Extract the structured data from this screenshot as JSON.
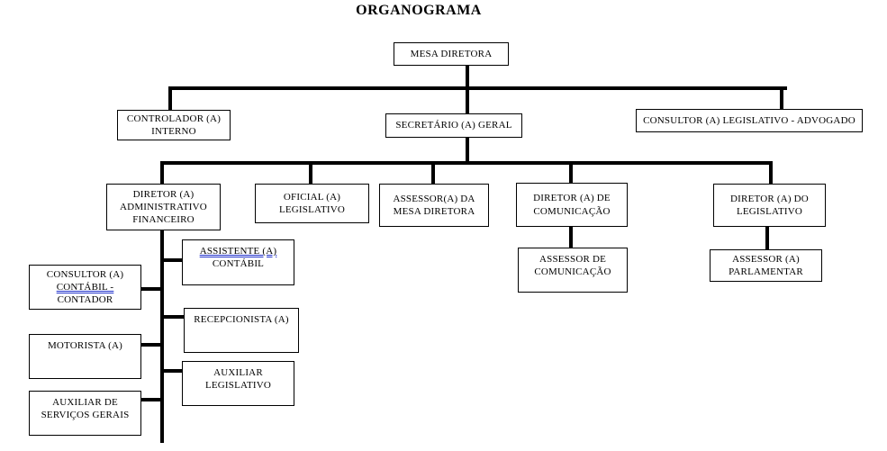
{
  "title": "ORGANOGRAMA",
  "styles": {
    "underline_accent_color": "#2233cc",
    "line_color": "#000000",
    "background_color": "#ffffff"
  },
  "nodes": {
    "mesa_diretora": {
      "line1": "MESA DIRETORA"
    },
    "controlador_interno": {
      "line1": "CONTROLADOR (A)",
      "line2": "INTERNO"
    },
    "secretario_geral": {
      "line1": "SECRETÁRIO (A) GERAL"
    },
    "consultor_legislativo": {
      "line1": "CONSULTOR (A) LEGISLATIVO - ADVOGADO"
    },
    "diretor_administrativo": {
      "line1": "DIRETOR (A)",
      "line2": "ADMINISTRATIVO",
      "line3": "FINANCEIRO"
    },
    "oficial_legislativo": {
      "line1": "OFICIAL (A)",
      "line2": "LEGISLATIVO"
    },
    "assessor_mesa": {
      "line1": "ASSESSOR(A) DA",
      "line2": "MESA DIRETORA"
    },
    "diretor_comunicacao": {
      "line1": "DIRETOR (A) DE",
      "line2": "COMUNICAÇÃO"
    },
    "diretor_legislativo": {
      "line1": "DIRETOR (A) DO",
      "line2": "LEGISLATIVO"
    },
    "assessor_comunicacao": {
      "line1": "ASSESSOR DE",
      "line2": "COMUNICAÇÃO"
    },
    "assessor_parlamentar": {
      "line1": "ASSESSOR (A)",
      "line2": "PARLAMENTAR"
    },
    "assistente_contabil": {
      "line1": "ASSISTENTE (A)",
      "line2": "CONTÁBIL"
    },
    "consultor_contabil": {
      "line1": "CONSULTOR (A)",
      "line2": "CONTÁBIL -",
      "line3": "CONTADOR"
    },
    "recepcionista": {
      "line1": "RECEPCIONISTA (A)"
    },
    "motorista": {
      "line1": "MOTORISTA (A)"
    },
    "auxiliar_legislativo": {
      "line1": "AUXILIAR",
      "line2": "LEGISLATIVO"
    },
    "auxiliar_servicos": {
      "line1": "AUXILIAR DE",
      "line2": "SERVIÇOS GERAIS"
    }
  }
}
